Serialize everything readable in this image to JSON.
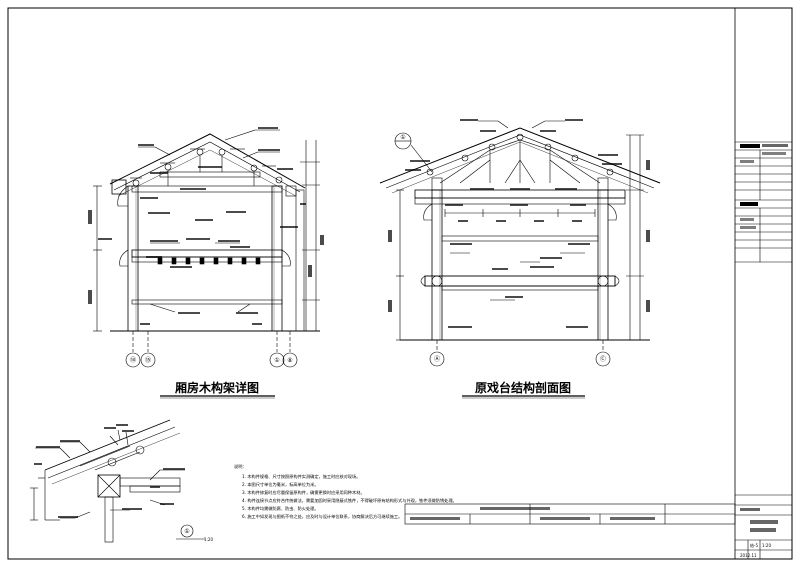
{
  "drawings": {
    "left_title": "厢房木构架详图",
    "right_title": "原戏台结构剖面图"
  },
  "axis_marks": {
    "left_a": "⑭",
    "left_b": "⑮",
    "left_c": "①",
    "left_d": "⑧",
    "right_a": "Ⓐ",
    "right_b": "Ⓒ",
    "section_tag": "①"
  },
  "detail": {
    "tag": "①",
    "scale": "1:20"
  },
  "notes": {
    "heading": "说明：",
    "lines": [
      "1. 木构件规格、尺寸按照原构件实测确定，施工时应核对现场。",
      "2. 本图尺寸单位为毫米，标高单位为米。",
      "3. 木构件修复时应尽量保留原构件，确需更换时应采用同种木材。",
      "4. 构件连接节点应符合传统做法，需要加固时采用隐蔽式铁件，不得破坏原有结构形式与外观，铁件须做防锈处理。",
      "5. 木构件均需做防腐、防虫、防火处理。",
      "6. 施工中如发现与图纸不符之处，应及时与设计单位联系，协商解决后方可继续施工。"
    ]
  },
  "title_block": {
    "scale_value": "1:20",
    "date": "2012.11",
    "drawing_no": "结-5"
  }
}
